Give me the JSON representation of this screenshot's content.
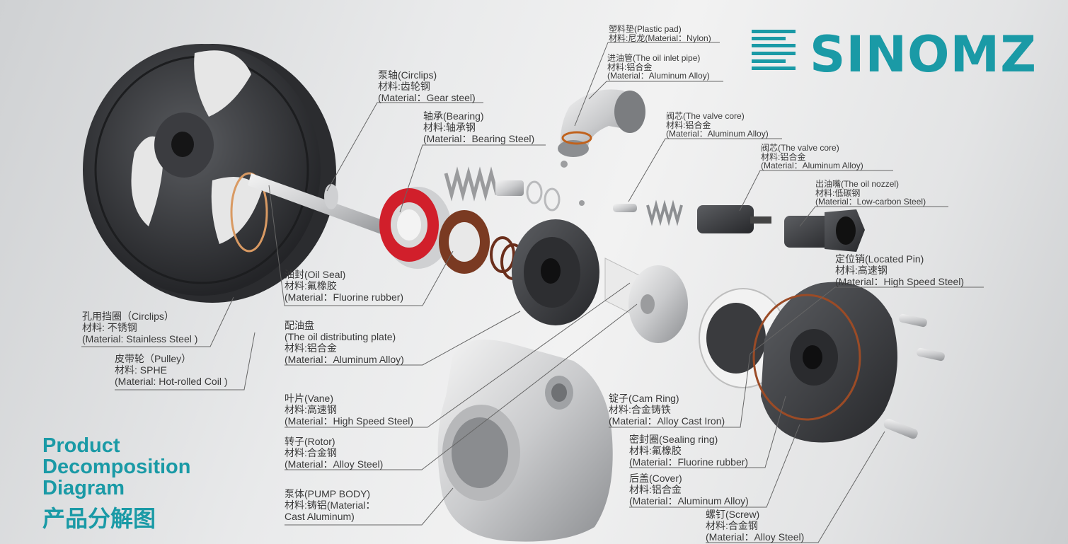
{
  "brand": {
    "name": "SINOMZ",
    "color": "#1a9aa6"
  },
  "title": {
    "line1": "Product",
    "line2": "Decomposition",
    "line3": "Diagram",
    "cn": "产品分解图"
  },
  "parts": {
    "plastic_pad": {
      "l1": "塑料垫(Plastic pad)",
      "l2": "材料:尼龙(Material：Nylon)"
    },
    "oil_inlet": {
      "l1": "进油管(The oil inlet pipe)",
      "l2": "材料:铝合金",
      "l3": "(Material：Aluminum Alloy)"
    },
    "valve_core_1": {
      "l1": "阀芯(The valve core)",
      "l2": "材料:铝合金",
      "l3": "(Material：Aluminum Alloy)"
    },
    "valve_core_2": {
      "l1": "阀芯(The valve core)",
      "l2": "材料:铝合金",
      "l3": "(Material：Aluminum Alloy)"
    },
    "oil_nozzel": {
      "l1": "出油嘴(The oil nozzel)",
      "l2": "材料:低碳钢",
      "l3": "(Material：Low-carbon Steel)"
    },
    "located_pin": {
      "l1": "定位销(Located Pin)",
      "l2": "材料:高速钢",
      "l3": "(Material：High Speed Steel)"
    },
    "pump_shaft": {
      "l1": "泵轴(Circlips)",
      "l2": "材料:齿轮钢",
      "l3": "(Material：Gear steel)"
    },
    "bearing": {
      "l1": "轴承(Bearing)",
      "l2": "材料:轴承钢",
      "l3": "(Material：Bearing Steel)"
    },
    "oil_seal": {
      "l1": "油封(Oil Seal)",
      "l2": "材料:氟橡胶",
      "l3": "(Material：Fluorine rubber)"
    },
    "circlips": {
      "l1": "孔用挡圈（Circlips）",
      "l2": "材料: 不锈钢",
      "l3": "(Material: Stainless Steel )"
    },
    "pulley": {
      "l1": "皮带轮（Pulley）",
      "l2": "材料: SPHE",
      "l3": "(Material: Hot-rolled Coil )"
    },
    "distributing_plate": {
      "l1": "配油盘",
      "l2": "(The oil distributing plate)",
      "l3": "材料:铝合金",
      "l4": "(Material：Aluminum Alloy)"
    },
    "vane": {
      "l1": "叶片(Vane)",
      "l2": "材料:高速钢",
      "l3": "(Material：High Speed Steel)"
    },
    "rotor": {
      "l1": "转子(Rotor)",
      "l2": "材料:合金钢",
      "l3": "(Material：Alloy Steel)"
    },
    "pump_body": {
      "l1": "泵体(PUMP BODY)",
      "l2": "材料:铸铝(Material：",
      "l3": "Cast Aluminum)"
    },
    "cam_ring": {
      "l1": "锭子(Cam Ring)",
      "l2": "材料:合金铸铁",
      "l3": "(Material：Alloy Cast Iron)"
    },
    "sealing_ring": {
      "l1": "密封圈(Sealing ring)",
      "l2": "材料:氟橡胶",
      "l3": "(Material：Fluorine rubber)"
    },
    "cover": {
      "l1": "后盖(Cover)",
      "l2": "材料:铝合金",
      "l3": "(Material：Aluminum Alloy)"
    },
    "screw": {
      "l1": "螺钉(Screw)",
      "l2": "材料:合金钢",
      "l3": "(Material：Alloy Steel)"
    }
  }
}
